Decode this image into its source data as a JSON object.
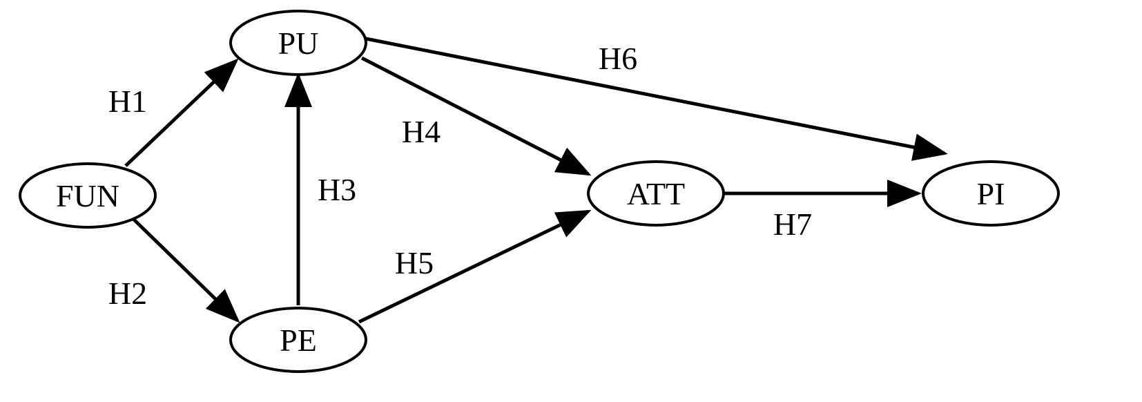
{
  "nodes": {
    "fun": "FUN",
    "pu": "PU",
    "pe": "PE",
    "att": "ATT",
    "pi": "PI"
  },
  "edges": {
    "h1": "H1",
    "h2": "H2",
    "h3": "H3",
    "h4": "H4",
    "h5": "H5",
    "h6": "H6",
    "h7": "H7"
  },
  "colors": {
    "stroke": "#000000",
    "background": "#ffffff"
  }
}
